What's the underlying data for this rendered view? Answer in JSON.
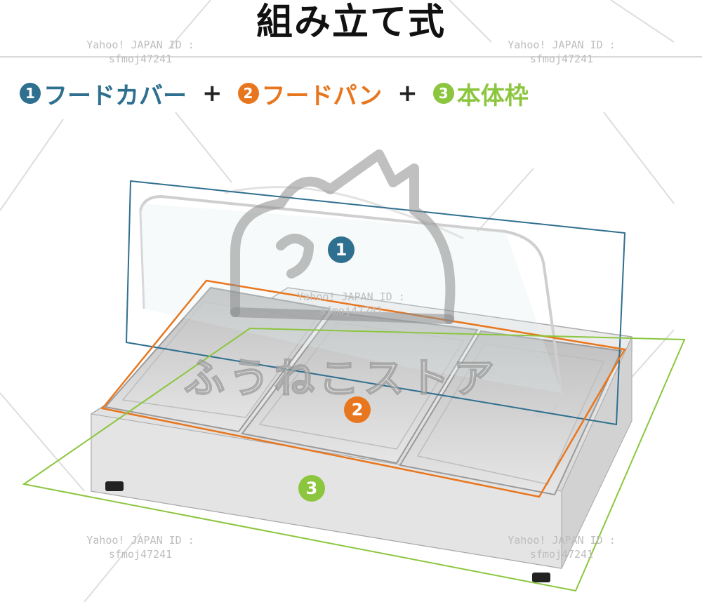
{
  "title": "組み立て式",
  "legend": [
    {
      "num": "1",
      "label": "フードカバー",
      "color": "#2f6f8f"
    },
    {
      "num": "2",
      "label": "フードパン",
      "color": "#e8761e"
    },
    {
      "num": "3",
      "label": "本体枠",
      "color": "#8cc63f"
    }
  ],
  "plus": "+",
  "watermark": {
    "line1": "Yahoo! JAPAN ID :",
    "line2": "sfmoj47241"
  },
  "store_text": "ふうねこストア",
  "callouts": [
    "1",
    "2",
    "3"
  ],
  "colors": {
    "cover": "#2f6f8f",
    "pan": "#e8761e",
    "frame": "#8cc63f",
    "steel": "#d8d8d8"
  }
}
